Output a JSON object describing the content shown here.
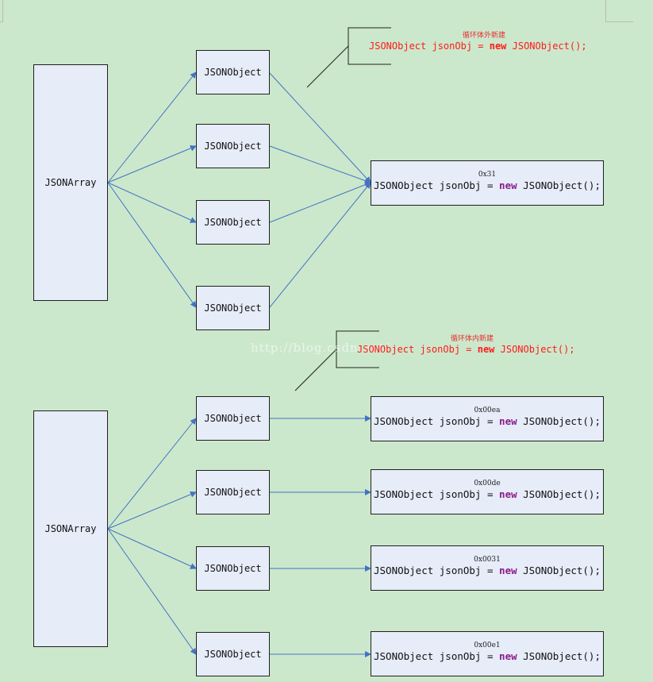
{
  "colors": {
    "background": "#cce8cc",
    "box_fill": "#e6ecf8",
    "arrow": "#4472c4",
    "note_red": "#ff1a1a",
    "keyword": "#8b1c8b"
  },
  "watermark": "http://blog.csdn.net/",
  "top": {
    "array_label": "JSONArray",
    "objects": [
      "JSONObject",
      "JSONObject",
      "JSONObject",
      "JSONObject"
    ],
    "note": {
      "title": "循环体外新建",
      "code_pre": "JSONObject jsonObj = ",
      "code_kw": "new",
      "code_post": " JSONObject();"
    },
    "target": {
      "address": "0x31",
      "code_pre": "JSONObject jsonObj = ",
      "code_kw": "new",
      "code_post": " JSONObject();"
    }
  },
  "bottom": {
    "array_label": "JSONArray",
    "objects": [
      "JSONObject",
      "JSONObject",
      "JSONObject",
      "JSONObject"
    ],
    "note": {
      "title": "循环体内新建",
      "code_pre": "JSONObject jsonObj = ",
      "code_kw": "new",
      "code_post": " JSONObject();"
    },
    "targets": [
      {
        "address": "0x00ea",
        "code_pre": "JSONObject jsonObj = ",
        "code_kw": "new",
        "code_post": " JSONObject();"
      },
      {
        "address": "0x00de",
        "code_pre": "JSONObject jsonObj = ",
        "code_kw": "new",
        "code_post": " JSONObject();"
      },
      {
        "address": "0x0031",
        "code_pre": "JSONObject jsonObj = ",
        "code_kw": "new",
        "code_post": " JSONObject();"
      },
      {
        "address": "0x00e1",
        "code_pre": "JSONObject jsonObj = ",
        "code_kw": "new",
        "code_post": " JSONObject();"
      }
    ]
  }
}
